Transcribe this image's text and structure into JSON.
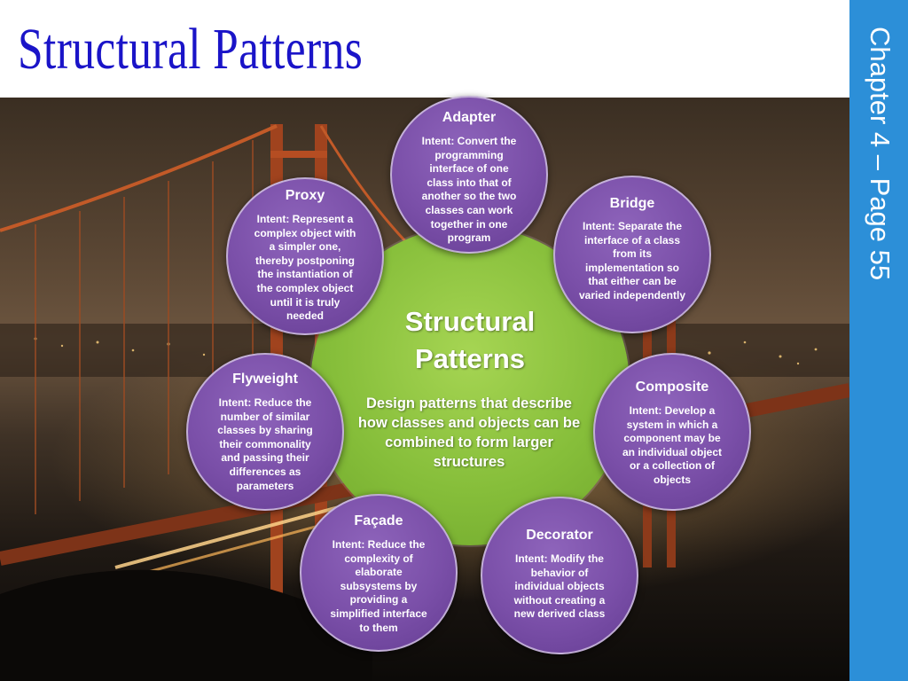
{
  "title": "Structural Patterns",
  "sidebar": {
    "chapter_page": "Chapter 4 – Page 55"
  },
  "hub": {
    "title_line1": "Structural",
    "title_line2": "Patterns",
    "description": "Design patterns that describe how classes and objects can be combined to form larger structures"
  },
  "patterns": [
    {
      "name": "Adapter",
      "intent": "Intent: Convert the programming interface of one class into that of another so the two classes can work together in one program"
    },
    {
      "name": "Bridge",
      "intent": "Intent: Separate the interface of a class from its implementation so that either can be varied independently"
    },
    {
      "name": "Composite",
      "intent": "Intent: Develop a system in which a component may be an individual object or a collection of objects"
    },
    {
      "name": "Decorator",
      "intent": "Intent: Modify the behavior of individual objects without creating a new derived class"
    },
    {
      "name": "Façade",
      "intent": "Intent: Reduce the complexity of elaborate subsystems by providing a simplified interface to them"
    },
    {
      "name": "Flyweight",
      "intent": "Intent: Reduce the number of similar classes by sharing their commonality and passing their differences as parameters"
    },
    {
      "name": "Proxy",
      "intent": "Intent: Represent a complex object with a simpler one, thereby postponing the instantiation of the complex object until it is truly needed"
    }
  ],
  "colors": {
    "title": "#1a14c8",
    "sidebar": "#2c8fd8",
    "hub": "#86be3a",
    "node": "#7a4fa8"
  },
  "background_image": "golden-gate-bridge-at-night"
}
